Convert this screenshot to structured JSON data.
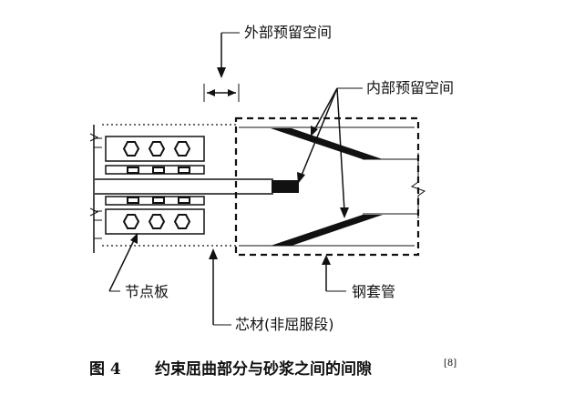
{
  "labels": {
    "outer_gap": "外部预留空间",
    "inner_gap": "内部预留空间",
    "gusset_plate": "节点板",
    "steel_tube": "钢套管",
    "core": "芯材(非屈服段)"
  },
  "caption": {
    "prefix": "图 4",
    "text": "约束屈曲部分与砂浆之间的间隙",
    "ref": "[8]"
  }
}
